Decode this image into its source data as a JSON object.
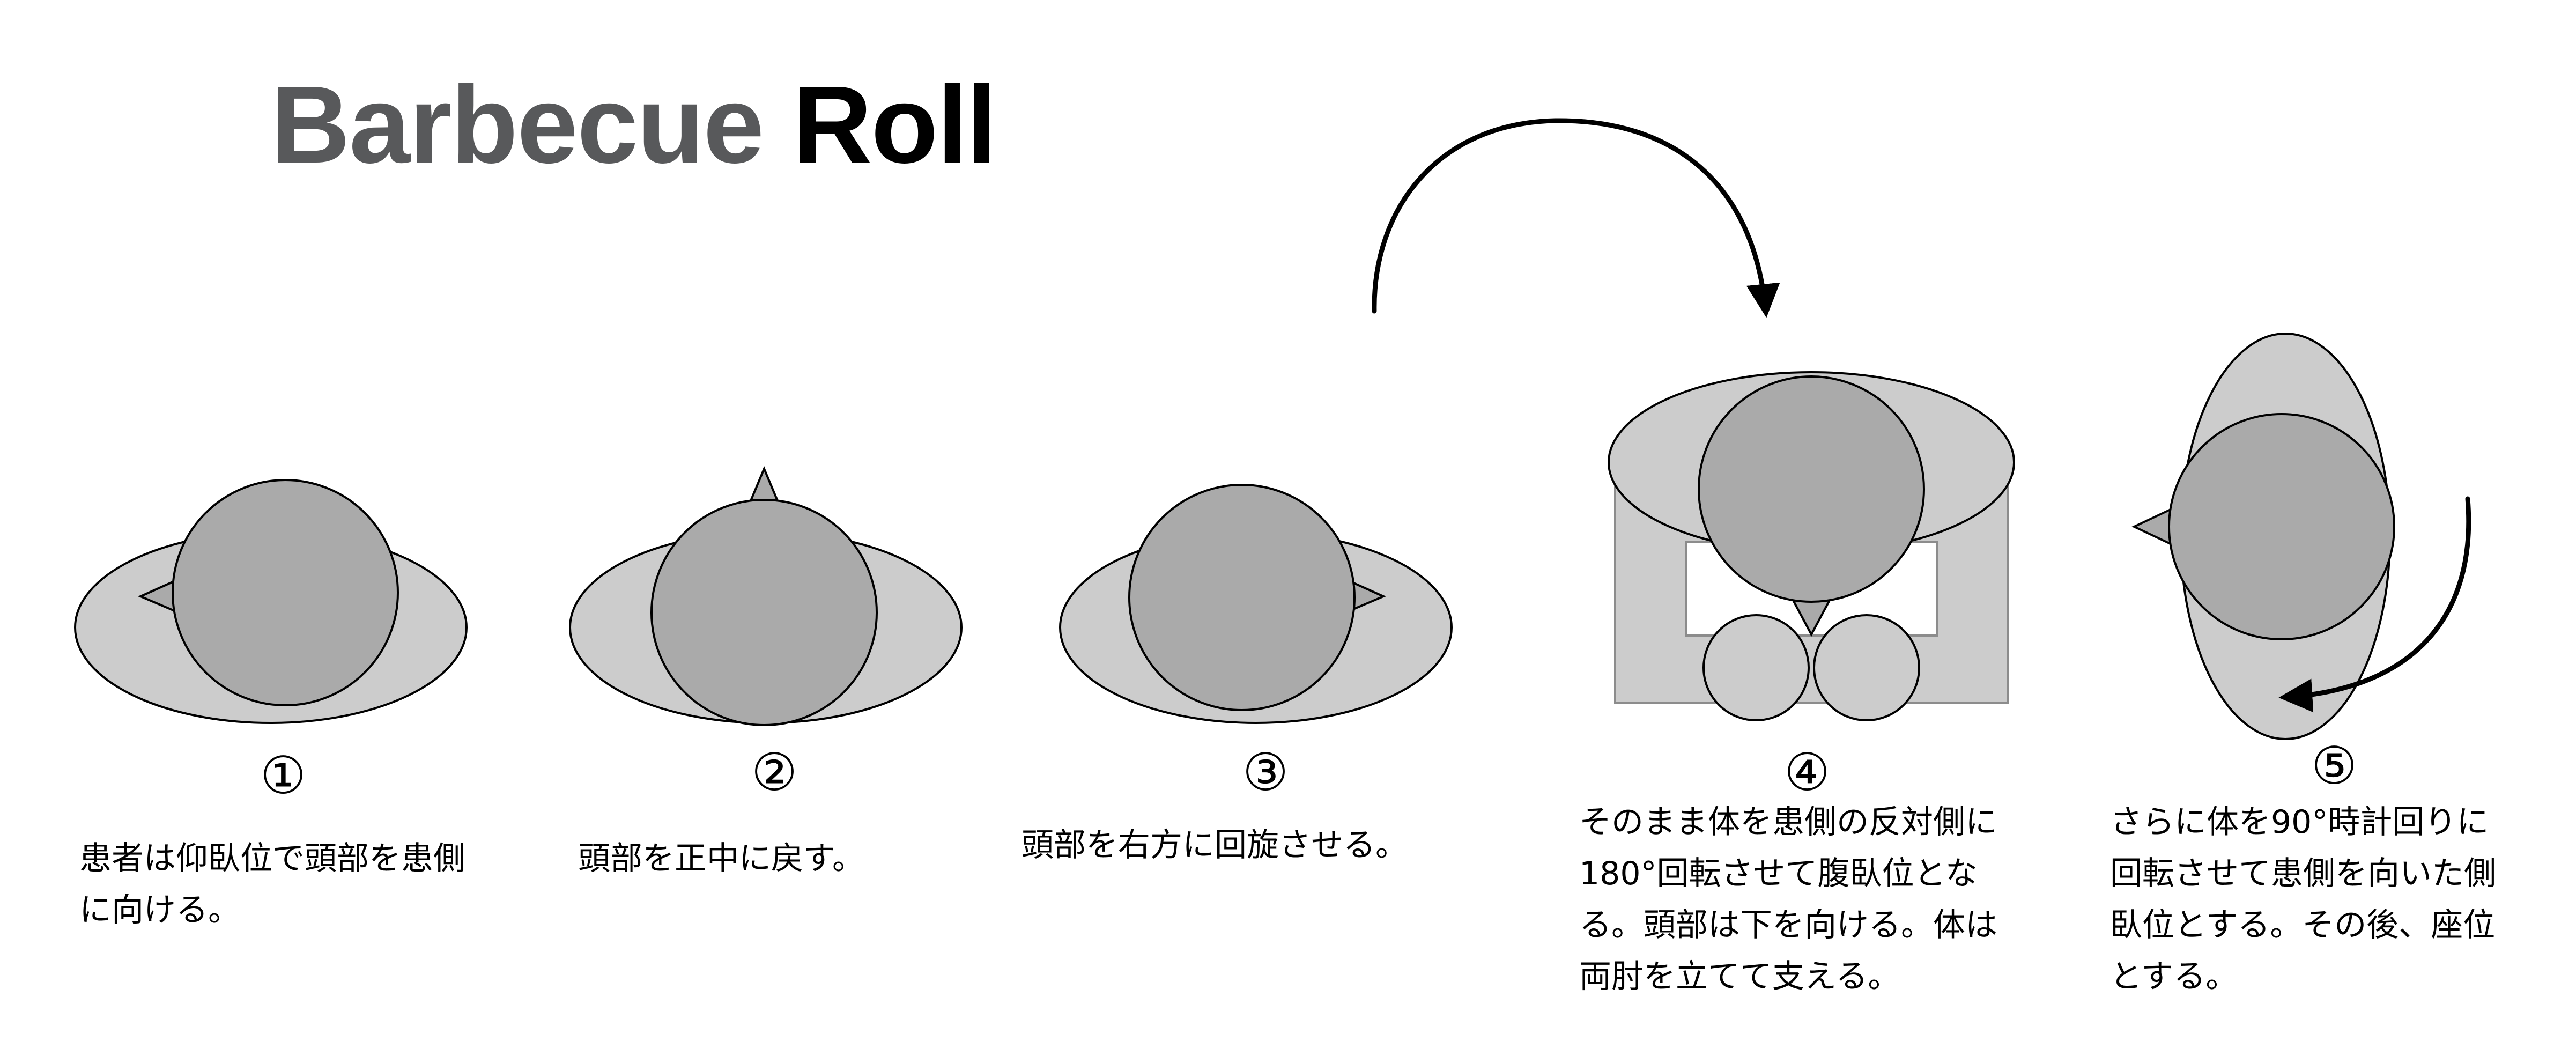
{
  "title": {
    "part1": "Barbecue",
    "part2": "Roll"
  },
  "steps": [
    {
      "number": "①",
      "lines": [
        "患者は仰臥位で頭部を患側",
        "に向ける。"
      ]
    },
    {
      "number": "②",
      "lines": [
        "頭部を正中に戻す。"
      ]
    },
    {
      "number": "③",
      "lines": [
        "頭部を右方に回旋させる。"
      ]
    },
    {
      "number": "④",
      "lines": [
        "そのまま体を患側の反対側に",
        "180°回転させて腹臥位とな",
        "る。頭部は下を向ける。体は",
        "両肘を立てて支える。"
      ]
    },
    {
      "number": "⑤",
      "lines": [
        "さらに体を90°時計回りに",
        "回転させて患側を向いた側",
        "臥位とする。その後、座位",
        "とする。"
      ]
    }
  ],
  "colors": {
    "body": "#cccccc",
    "head": "#aaaaaa",
    "stroke": "#000000",
    "title_grey": "#58595b"
  }
}
